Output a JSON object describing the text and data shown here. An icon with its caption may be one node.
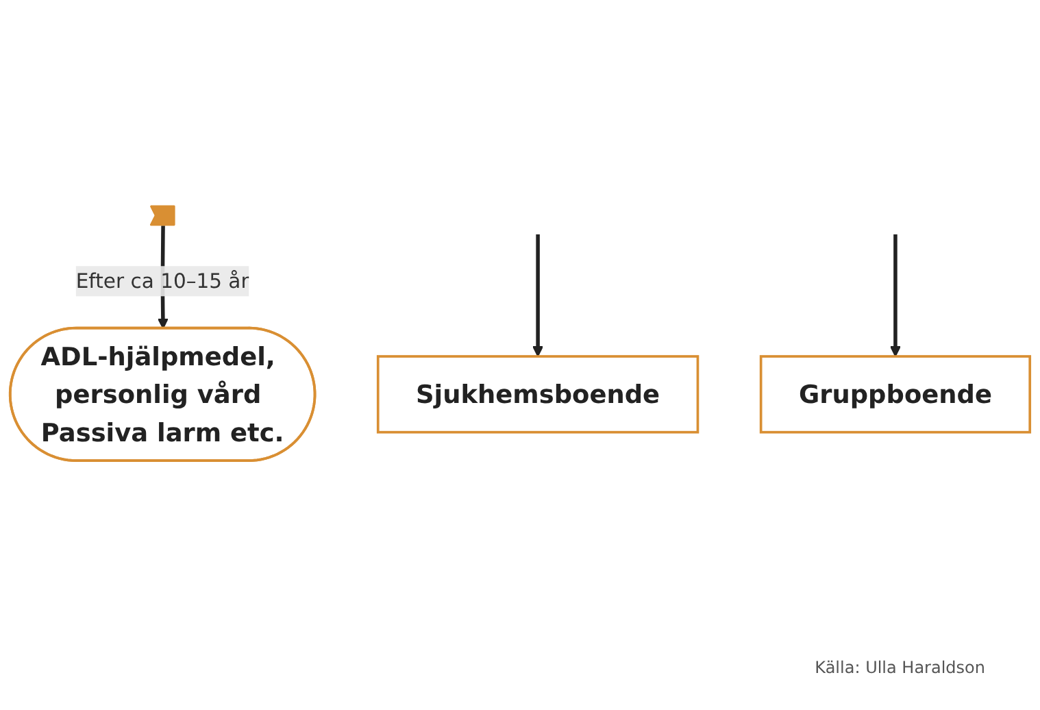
{
  "diagram": {
    "nodes": [
      {
        "text": [
          "Sjukhemsboende"
        ]
      },
      {
        "text": [
          "Gruppboende"
        ]
      },
      {
        "text": [],
        "shape": "arrow"
      },
      {
        "text": [
          "ADL-hjälpmedel, personlig vård Passiva larm etc."
        ]
      }
    ],
    "edges": [
      {
        "from": null,
        "to": 0,
        "arrow": "to"
      },
      {
        "from": null,
        "to": 1,
        "arrow": "to"
      },
      {
        "from": 2,
        "to": 3,
        "arrow": "to",
        "label": "Efter ca 10–15 år"
      }
    ],
    "labels": [
      "Källa: Ulla Haraldson"
    ]
  }
}
